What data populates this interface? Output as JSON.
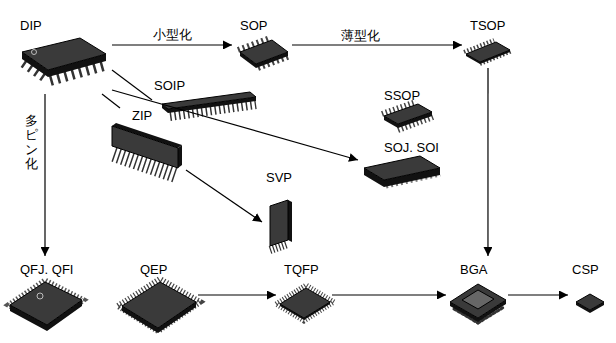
{
  "diagram": {
    "nodes": [
      {
        "text": [
          "DIP"
        ]
      },
      {
        "text": [
          "SOP"
        ]
      },
      {
        "text": [
          "TSOP"
        ]
      },
      {
        "text": [
          "SOIP"
        ]
      },
      {
        "text": [
          "SSOP"
        ]
      },
      {
        "text": [
          "ZIP"
        ]
      },
      {
        "text": [
          "SOJ. SOI"
        ]
      },
      {
        "text": [
          "SVP"
        ]
      },
      {
        "text": [
          "QFJ. QFI"
        ]
      },
      {
        "text": [
          "QEP"
        ]
      },
      {
        "text": [
          "TQFP"
        ]
      },
      {
        "text": [
          "BGA"
        ]
      },
      {
        "text": [
          "CSP"
        ]
      }
    ],
    "edges": [
      {
        "from": 0,
        "to": 1,
        "arrow": "to",
        "label": "小型化"
      },
      {
        "from": 1,
        "to": 2,
        "arrow": "to",
        "label": "薄型化"
      },
      {
        "from": 0,
        "to": 3,
        "arrow": "none"
      },
      {
        "from": 0,
        "to": 5,
        "arrow": "none"
      },
      {
        "from": 0,
        "to": 6,
        "arrow": "to"
      },
      {
        "from": 5,
        "to": 7,
        "arrow": "to"
      },
      {
        "from": 0,
        "to": 8,
        "arrow": "to",
        "label": "多ピン化"
      },
      {
        "from": 2,
        "to": 11,
        "arrow": "to"
      },
      {
        "from": 9,
        "to": 10,
        "arrow": "to"
      },
      {
        "from": 10,
        "to": 11,
        "arrow": "to"
      },
      {
        "from": 11,
        "to": 12,
        "arrow": "to"
      }
    ]
  }
}
